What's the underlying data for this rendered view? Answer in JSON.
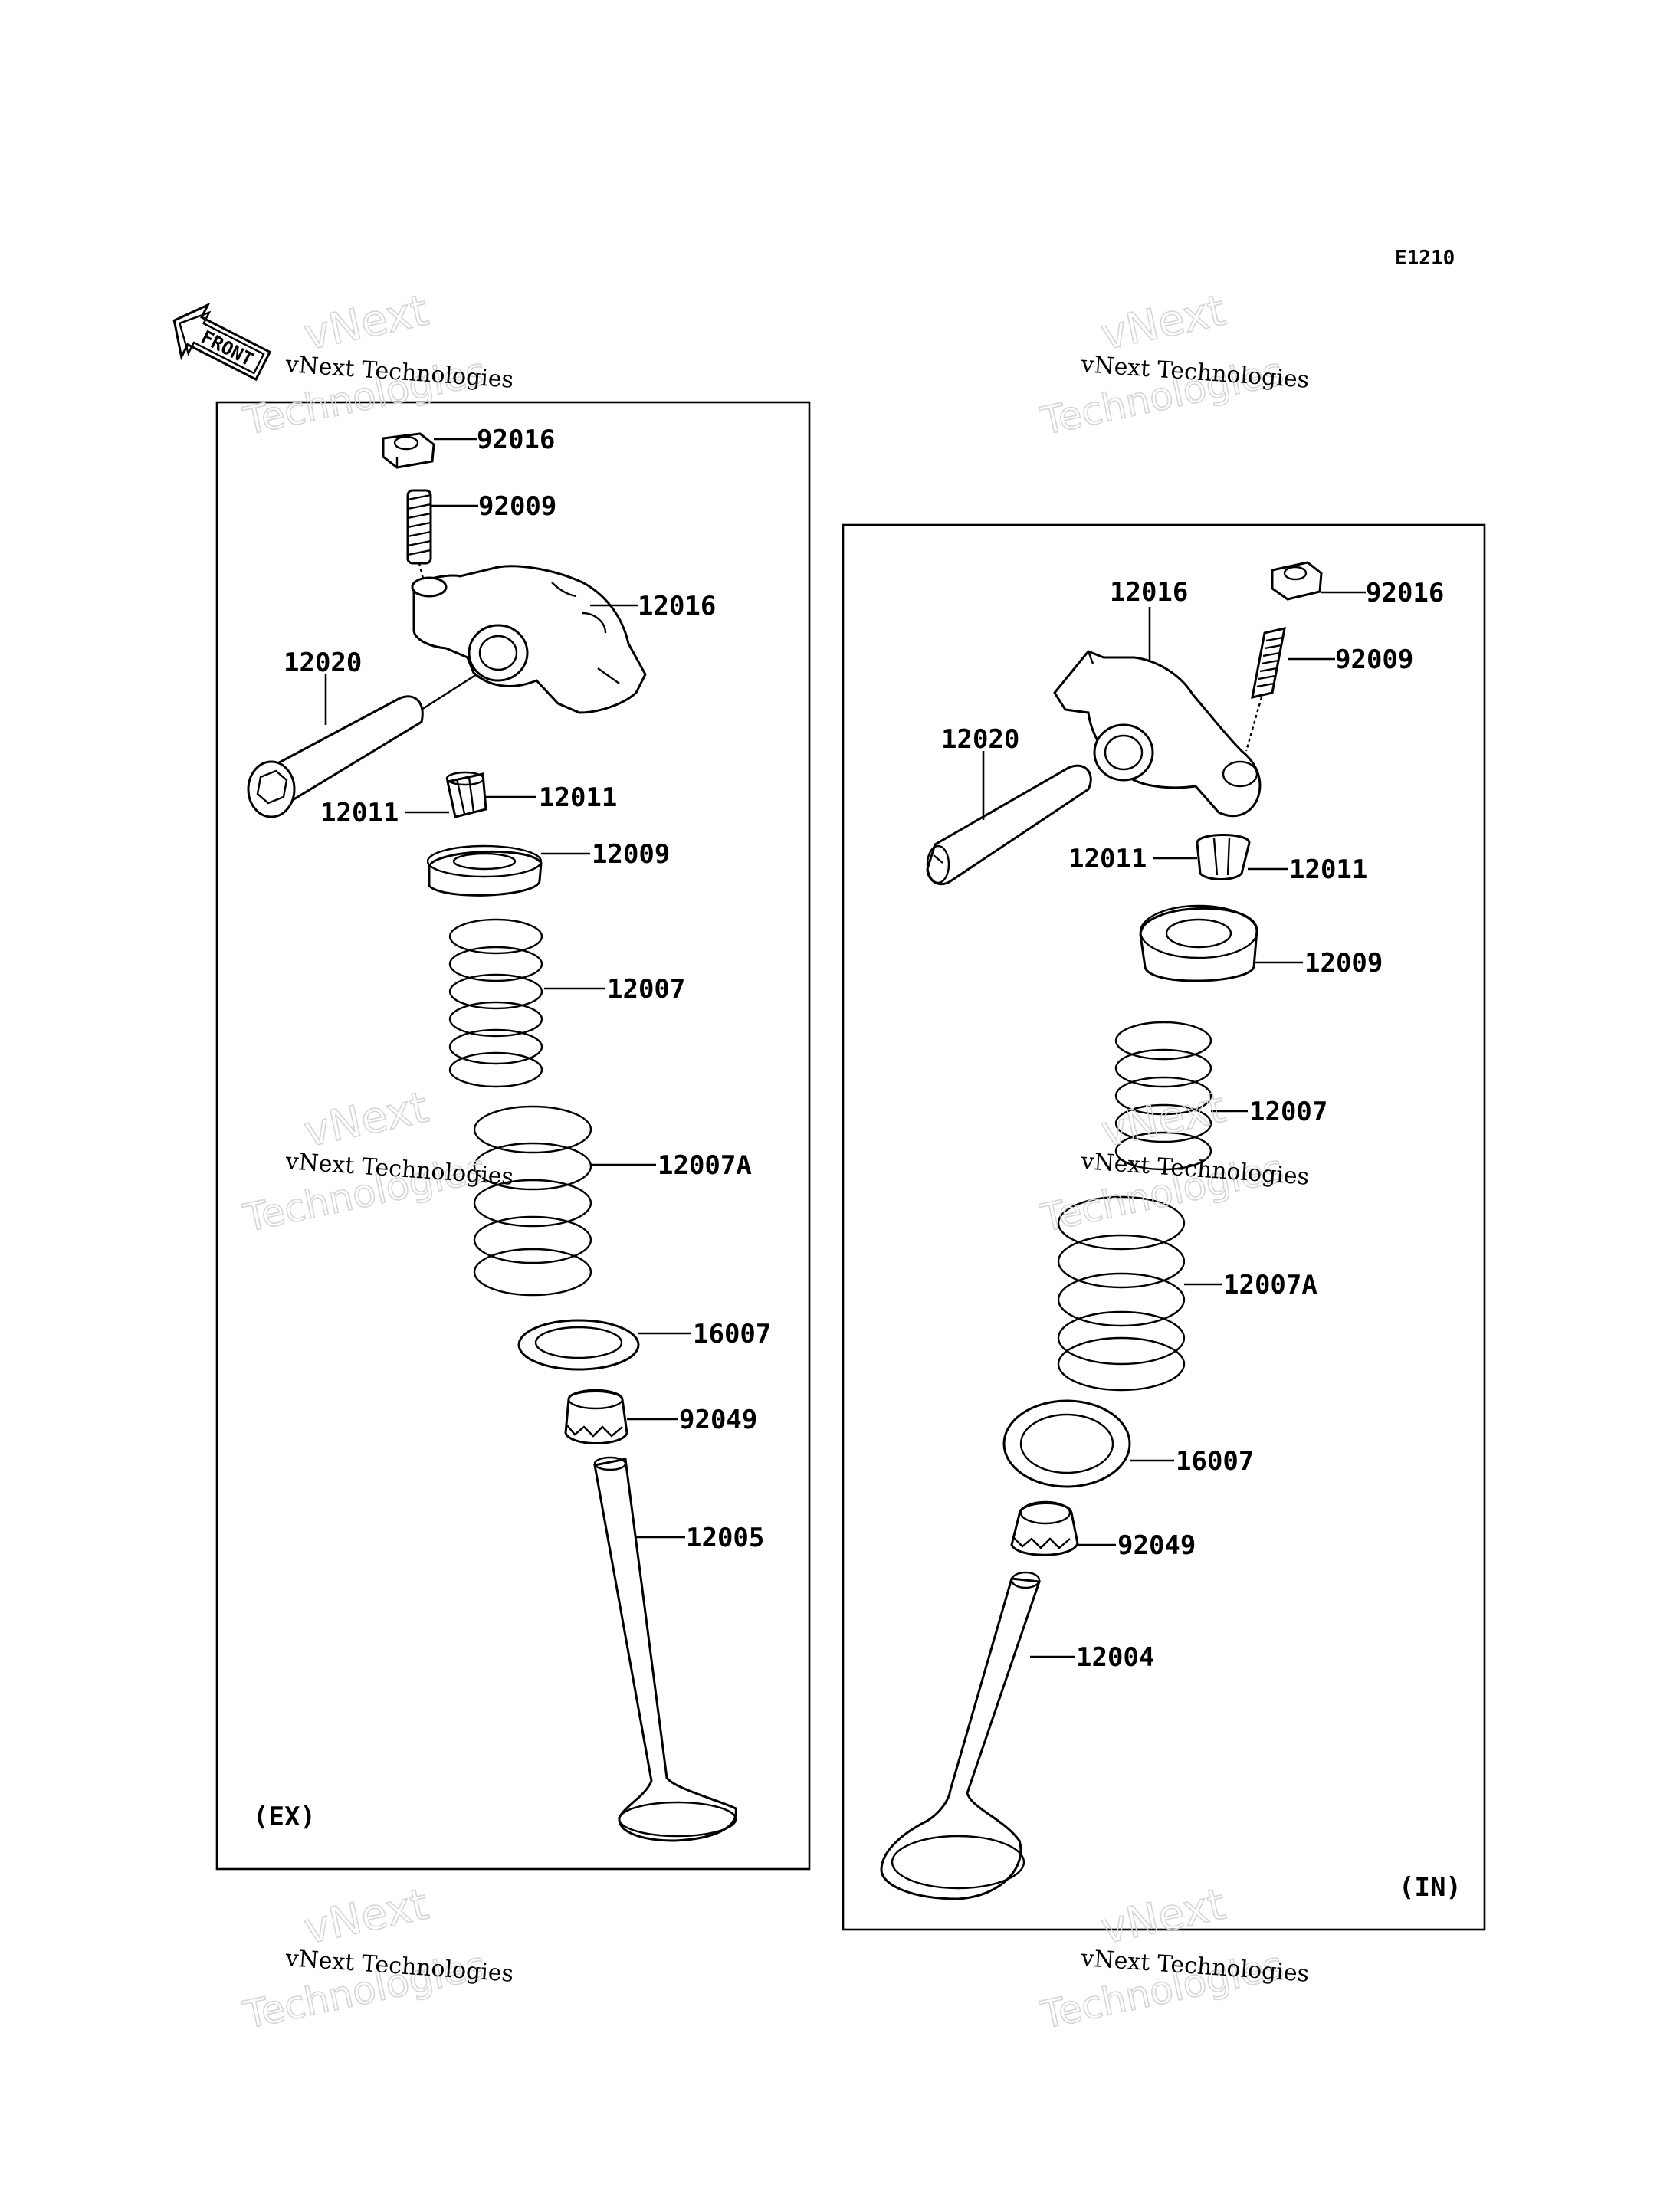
{
  "diagram_code": "E1210",
  "front_arrow_label": "FRONT",
  "watermark": {
    "line1": "vNext Technologies",
    "line2": "vNext",
    "line3": "Technologies"
  },
  "exhaust_panel": {
    "tag": "(EX)",
    "labels": {
      "nut": "92016",
      "adjuster_screw": "92009",
      "rocker_arm": "12016",
      "rocker_shaft": "12020",
      "cotter_right": "12011",
      "cotter_left": "12011",
      "retainer": "12009",
      "inner_spring": "12007",
      "outer_spring": "12007A",
      "spring_seat": "16007",
      "stem_seal": "92049",
      "valve": "12005"
    }
  },
  "intake_panel": {
    "tag": "(IN)",
    "labels": {
      "nut": "92016",
      "adjuster_screw": "92009",
      "rocker_arm": "12016",
      "rocker_shaft": "12020",
      "cotter_left": "12011",
      "cotter_right": "12011",
      "retainer": "12009",
      "inner_spring": "12007",
      "outer_spring": "12007A",
      "spring_seat": "16007",
      "stem_seal": "92049",
      "valve": "12004"
    }
  }
}
